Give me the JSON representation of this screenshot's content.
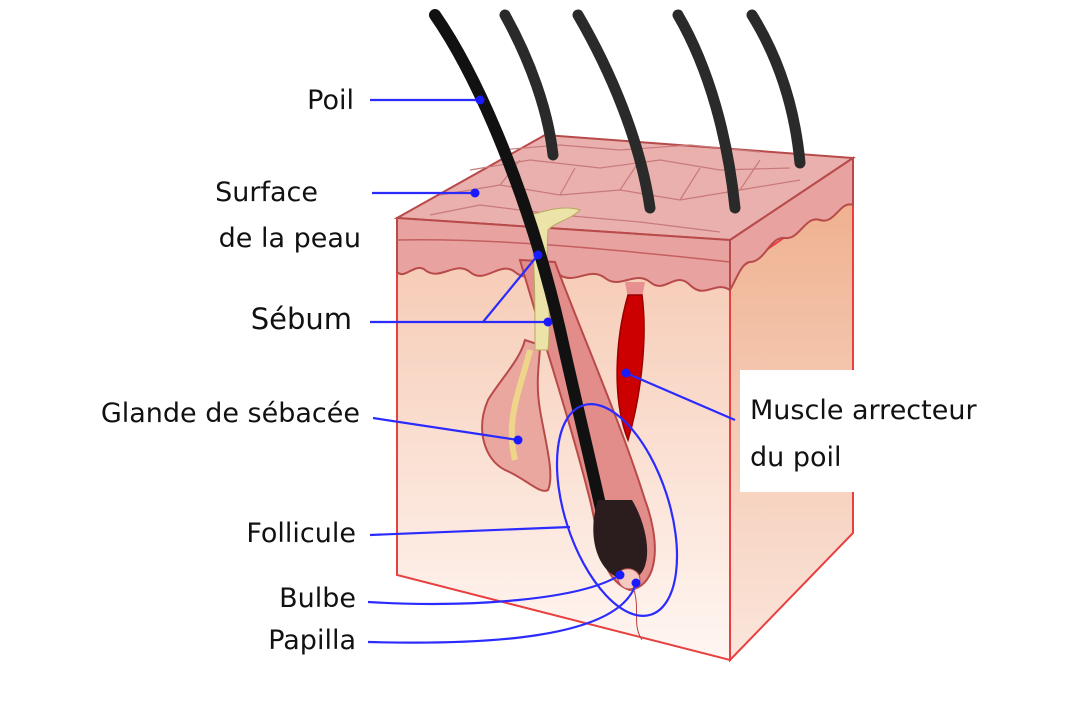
{
  "title": "Structure du poil",
  "labels": {
    "poil": "Poil",
    "surface_line1": "Surface",
    "surface_line2": "de la peau",
    "sebum": "Sébum",
    "glande": "Glande de sébacée",
    "muscle_line1": "Muscle arrecteur",
    "muscle_line2": "du poil",
    "follicule": "Follicule",
    "bulbe": "Bulbe",
    "papilla": "Papilla"
  },
  "colors": {
    "leader": "#2b2bff",
    "hair": "#1a1a1a",
    "epidermis": "#e7a3a3",
    "dermis": "#f7d8c8",
    "muscle": "#cc0000",
    "sebum": "#ece3a8",
    "outline": "#e03030"
  }
}
